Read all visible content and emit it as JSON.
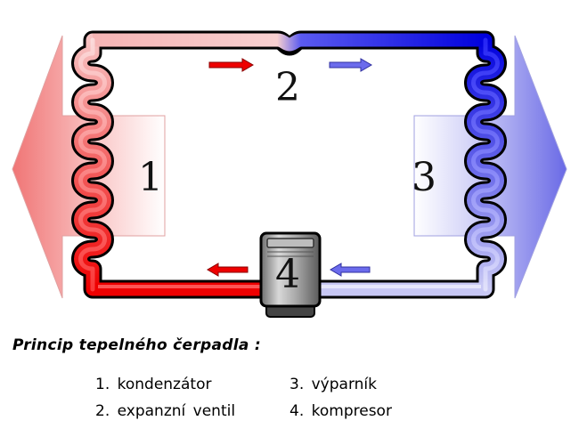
{
  "diagram": {
    "labels": {
      "condenser": "1",
      "valve": "2",
      "evaporator": "3",
      "compressor": "4"
    }
  },
  "legend": {
    "title": "Princip tepelného čerpadla :",
    "items": [
      "1. kondenzátor",
      "2. expanzní ventil",
      "3. výparník",
      "4. kompresor"
    ]
  },
  "colors": {
    "hot": "#ee0000",
    "warm": "#f5b4b4",
    "cold": "#0000dd",
    "cool": "#c8c8f5",
    "compressor": "#9a9a9a"
  }
}
